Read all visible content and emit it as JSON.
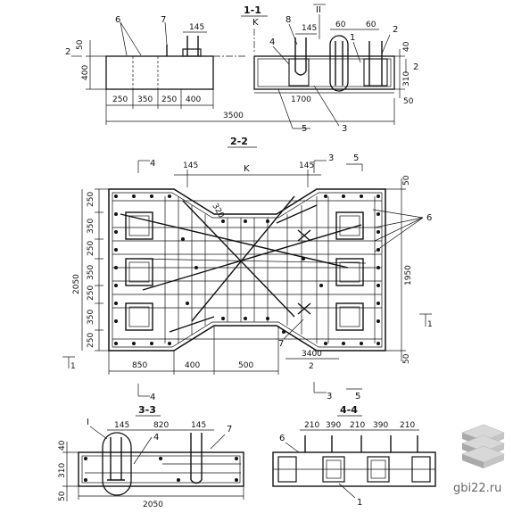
{
  "sections": {
    "s11": {
      "title": "1-1",
      "k": "K",
      "roman": "II"
    },
    "s22": {
      "title": "2-2"
    },
    "s33": {
      "title": "3-3"
    },
    "s44": {
      "title": "4-4"
    }
  },
  "top_view": {
    "dims_bottom": [
      "250",
      "350",
      "250",
      "400"
    ],
    "dim_overall": "3500",
    "dim_1700": "1700",
    "dim_50": "50",
    "dim_145a": "145",
    "dim_145b": "145",
    "dim_60a": "60",
    "dim_60b": "60",
    "dim_left_50": "50",
    "dim_left_400": "400",
    "dim_right_40": "40",
    "dim_right_310": "310",
    "dim_right_50": "50",
    "callouts": [
      "6",
      "7",
      "8",
      "4",
      "1",
      "2",
      "3",
      "5"
    ],
    "cut_2": "2"
  },
  "plan": {
    "top_145a": "145",
    "top_k": "K",
    "top_145b": "145",
    "dim_320": "320",
    "left_dims": [
      "250",
      "350",
      "250",
      "350",
      "250",
      "350",
      "250"
    ],
    "left_overall": "2050",
    "right_dims": [
      "50",
      "1950",
      "50"
    ],
    "bottom_dims": [
      "850",
      "400",
      "500"
    ],
    "bottom_3400": "3400",
    "bottom_2": "2",
    "cut_4": "4",
    "cut_3": "3",
    "cut_5": "5",
    "callout_6": "6",
    "callout_7": "7",
    "cut_1": "1"
  },
  "s33_view": {
    "top_dims": [
      "145",
      "820",
      "145"
    ],
    "callout_I": "I",
    "callout_4": "4",
    "callout_7": "7",
    "left_dims": [
      "40",
      "310",
      "50"
    ],
    "bottom_dim": "2050"
  },
  "s44_view": {
    "top_dims": [
      "210",
      "390",
      "210",
      "390",
      "210"
    ],
    "callout_6": "6",
    "callout_1": "1"
  },
  "watermark": "gbi22.ru"
}
